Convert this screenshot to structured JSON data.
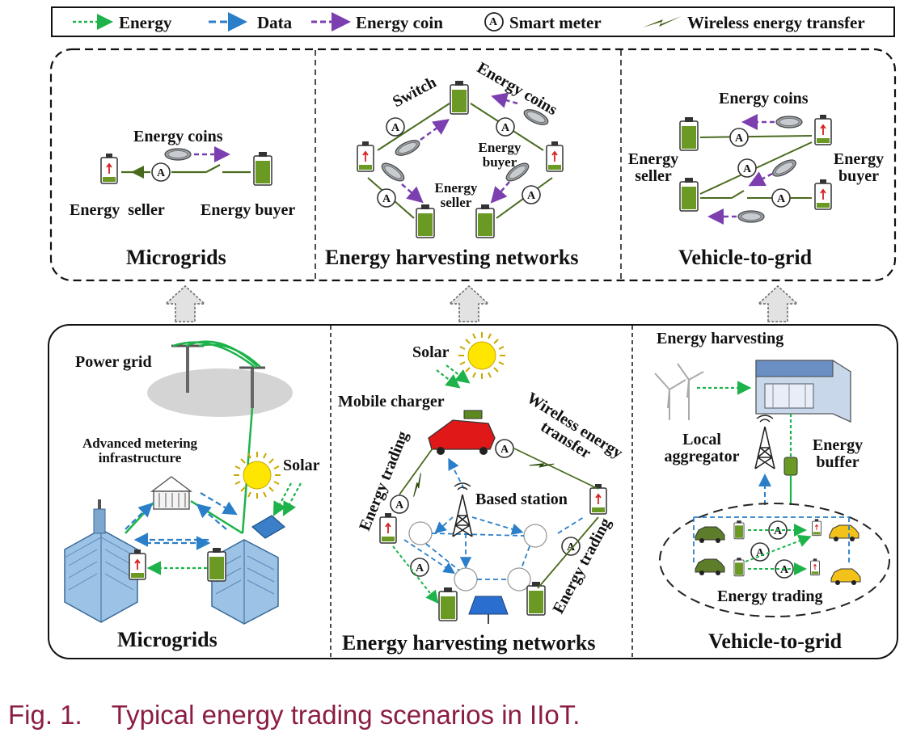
{
  "legend": {
    "energy": "Energy",
    "data": "Data",
    "energy_coin": "Energy coin",
    "smart_meter": "Smart meter",
    "smart_meter_symbol": "A",
    "wireless": "Wireless energy transfer"
  },
  "top": {
    "microgrids": {
      "title": "Microgrids",
      "energy_coins": "Energy coins",
      "seller": "Energy  seller",
      "buyer": "Energy buyer"
    },
    "harvesting": {
      "title": "Energy harvesting networks",
      "switch": "Switch",
      "energy_coins": "Energy coins",
      "buyer_line1": "Energy",
      "buyer_line2": "buyer",
      "seller_line1": "Energy",
      "seller_line2": "seller"
    },
    "v2g": {
      "title": "Vehicle-to-grid",
      "energy_coins": "Energy coins",
      "seller_line1": "Energy",
      "seller_line2": "seller",
      "buyer_line1": "Energy",
      "buyer_line2": "buyer"
    }
  },
  "bottom": {
    "microgrids": {
      "title": "Microgrids",
      "power_grid": "Power grid",
      "ami_line1": "Advanced metering",
      "ami_line2": "infrastructure",
      "solar": "Solar"
    },
    "harvesting": {
      "title": "Energy harvesting networks",
      "solar": "Solar",
      "mobile_charger": "Mobile charger",
      "wireless_line1": "Wireless energy",
      "wireless_line2": "transfer",
      "energy_trading_left": "Energy trading",
      "energy_trading_right": "Energy trading",
      "based_station": "Based station"
    },
    "v2g": {
      "title": "Vehicle-to-grid",
      "energy_harvesting": "Energy harvesting",
      "local_line1": "Local",
      "local_line2": "aggregator",
      "buffer_line1": "Energy",
      "buffer_line2": "buffer",
      "energy_trading": "Energy trading"
    }
  },
  "caption": "Fig. 1.    Typical energy trading scenarios in IIoT.",
  "colors": {
    "energy": "#1db34a",
    "data": "#2a7fc8",
    "coin": "#7b3fb0",
    "battery": "#5d8a1e",
    "caption": "#8b1d45"
  }
}
